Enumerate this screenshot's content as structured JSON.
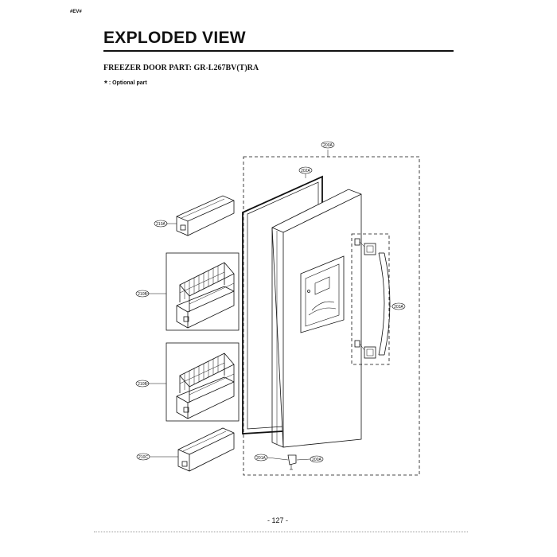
{
  "header": {
    "corner_mark": "#EV#",
    "title": "EXPLODED VIEW",
    "subtitle": "FREEZER DOOR PART: GR-L267BV(T)RA",
    "note_star": "*",
    "note_text": ": Optional part"
  },
  "diagram": {
    "callouts": {
      "door_assembly": "200A",
      "gasket": "202A",
      "handle": "203A",
      "basket_top": "210A",
      "basket_upper": "210B",
      "basket_lower": "210B",
      "basket_bottom": "210C",
      "hinge_lower": "201A",
      "hinge_cap": "200A"
    }
  },
  "footer": {
    "page_number": "- 127 -"
  }
}
